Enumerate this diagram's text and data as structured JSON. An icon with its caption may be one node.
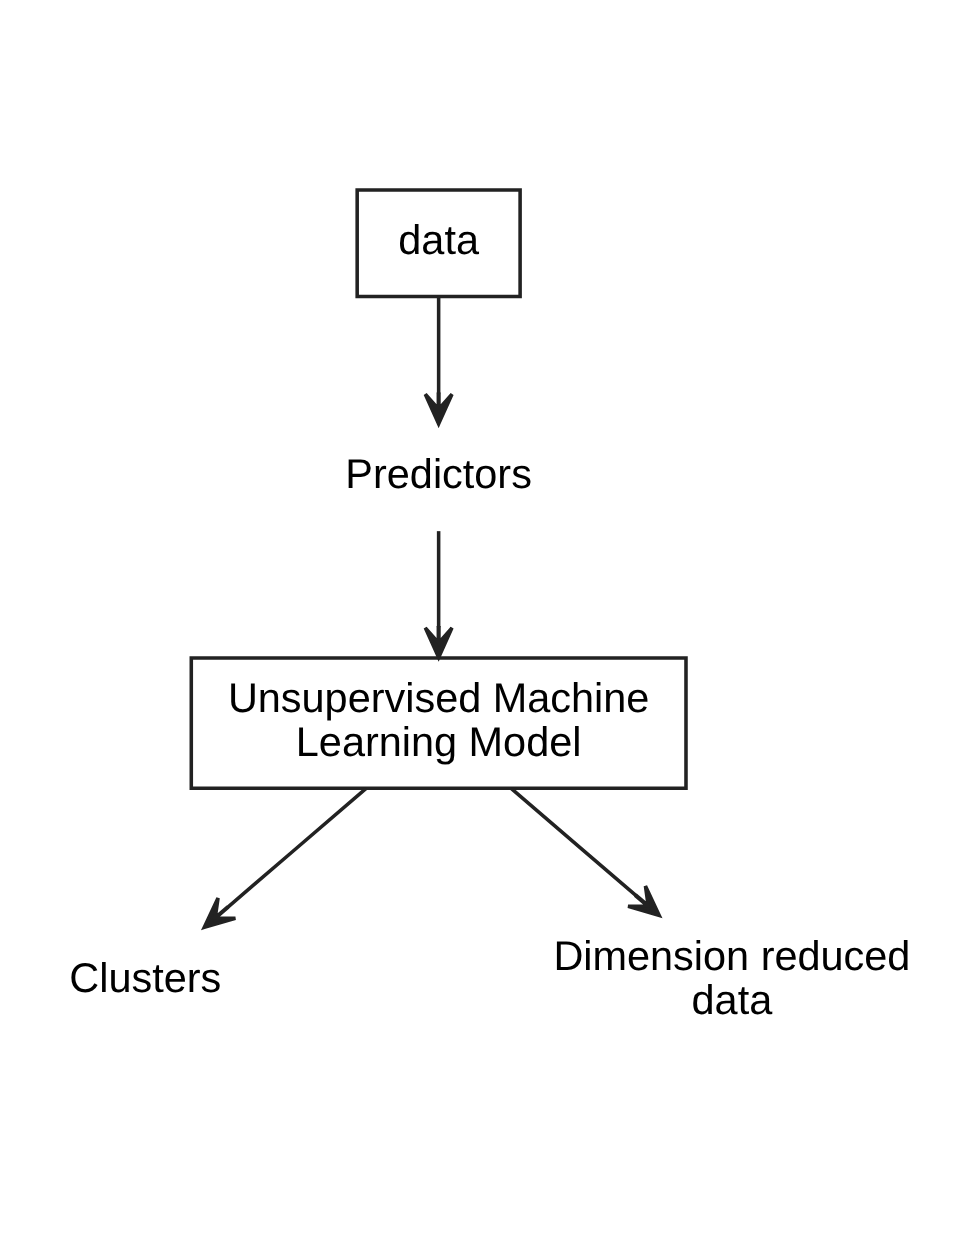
{
  "diagram": {
    "nodes": [
      {
        "text": [
          "data"
        ]
      },
      {
        "text": [
          "Predictors"
        ]
      },
      {
        "text": [
          "Unsupervised Machine Learning Model"
        ]
      },
      {
        "text": [
          "Clusters"
        ]
      },
      {
        "text": [
          "Dimension reduced data"
        ]
      }
    ],
    "edges": [
      {
        "from": 0,
        "to": 1,
        "arrow": "to"
      },
      {
        "from": 1,
        "to": 2,
        "arrow": "to"
      },
      {
        "from": 2,
        "to": 3,
        "arrow": "to"
      },
      {
        "from": 2,
        "to": 4,
        "arrow": "to"
      }
    ]
  }
}
